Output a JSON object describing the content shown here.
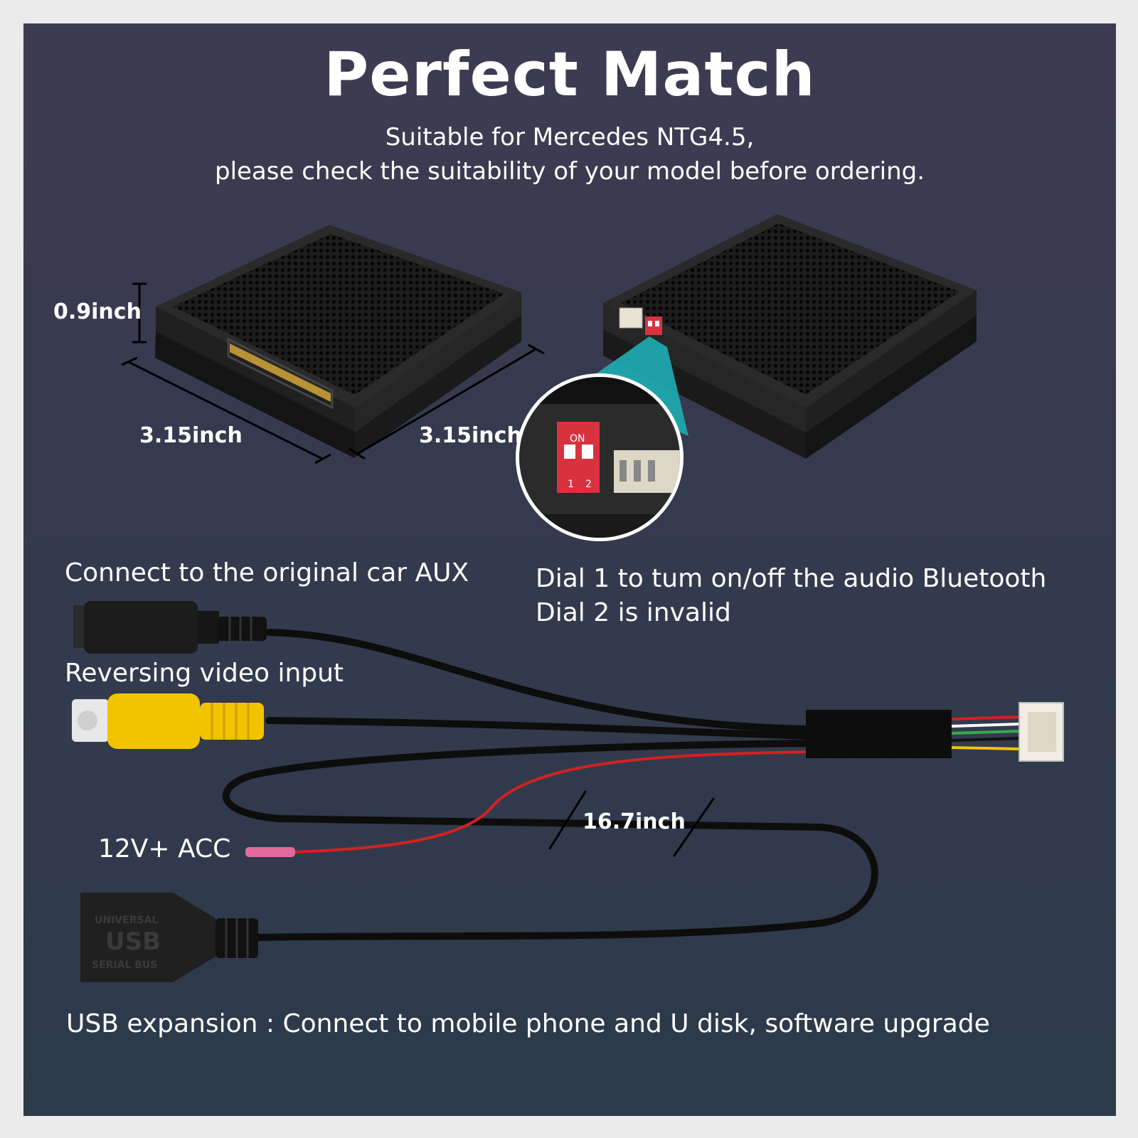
{
  "title": "Perfect Match",
  "subtitle": {
    "line1": "Suitable for Mercedes NTG4.5,",
    "line2": "please check the suitability of your model before ordering."
  },
  "dimensions": {
    "height": "0.9inch",
    "width": "3.15inch",
    "depth": "3.15inch",
    "cable_length": "16.7inch"
  },
  "dip_switch": {
    "on_label": "ON",
    "num1": "1",
    "num2": "2"
  },
  "dial_notes": {
    "line1": "Dial 1 to tum on/off the audio Bluetooth",
    "line2": "Dial 2 is invalid"
  },
  "cables": {
    "aux": "Connect to the original car AUX",
    "video": "Reversing video input",
    "acc": "12V+ ACC",
    "usb": "USB expansion : Connect to mobile phone and U disk, software upgrade"
  },
  "usb_plug_text": {
    "line1": "UNIVERSAL",
    "line2": "USB",
    "line3": "SERIAL BUS"
  },
  "colors": {
    "background": "#383a4f",
    "accent_switch": "#d8323f",
    "rca_yellow": "#f2c400",
    "callout_teal": "#1fa6ad",
    "wire_red": "#d42020"
  }
}
